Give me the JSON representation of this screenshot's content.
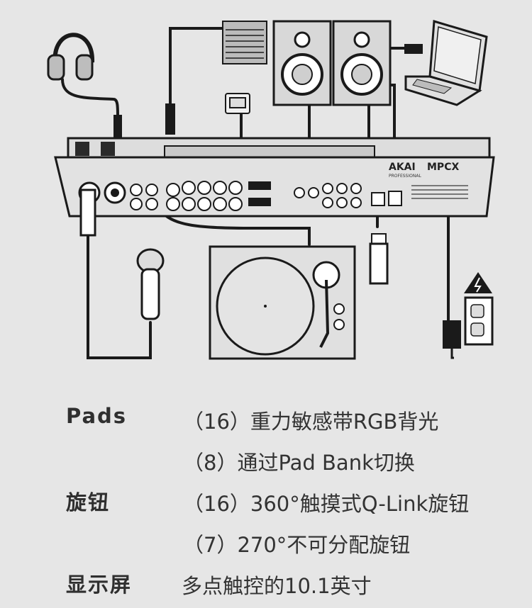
{
  "device": {
    "brand": "AKAI",
    "model": "MPCX",
    "subbrand": "PROFESSIONAL"
  },
  "specs": [
    {
      "label": "Pads",
      "value": "（16）重力敏感带RGB背光"
    },
    {
      "label": "",
      "value": "（8）通过Pad Bank切换"
    },
    {
      "label": "旋钮",
      "value": "（16）360°触摸式Q-Link旋钮"
    },
    {
      "label": "",
      "value": "（7）270°不可分配旋钮"
    },
    {
      "label": "显示屏",
      "value": "多点触控的10.1英寸"
    }
  ]
}
